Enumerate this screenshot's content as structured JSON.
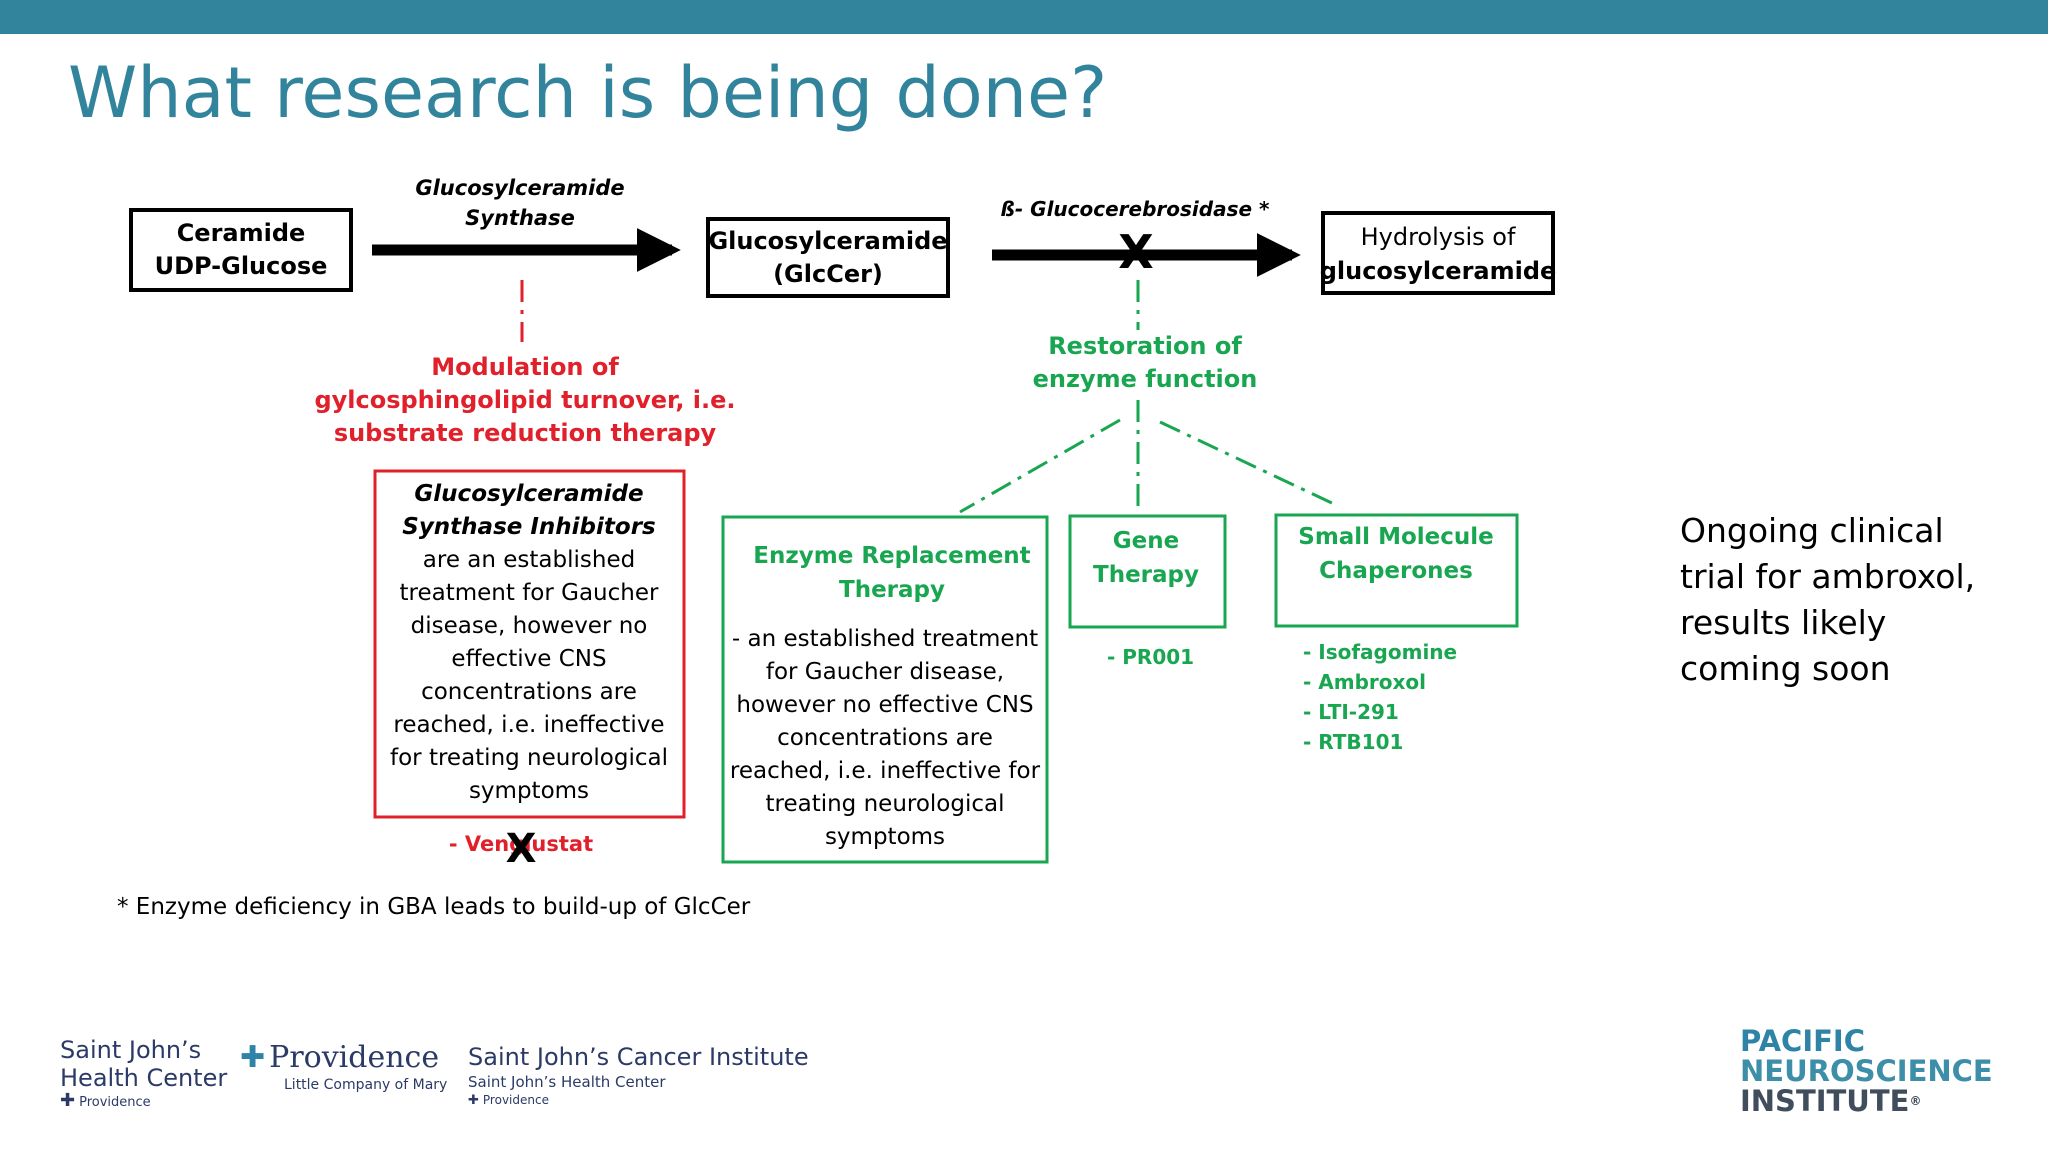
{
  "slide": {
    "title": "What research is being done?",
    "side_note": [
      "Ongoing clinical",
      "trial for ambroxol,",
      "results likely",
      "coming soon"
    ]
  },
  "diagram": {
    "boxes": {
      "ceramide": [
        "Ceramide",
        "UDP-Glucose"
      ],
      "glccer": [
        "Glucosylceramide",
        "(GlcCer)"
      ],
      "hydrolysis": [
        "Hydrolysis of",
        "glucosylceramide"
      ]
    },
    "arrows": {
      "synthase_label": [
        "Glucosylceramide",
        "Synthase"
      ],
      "enzyme_label": "ß- Glucocerebrosidase *",
      "block_mark": "X"
    },
    "modulation_label": [
      "Modulation of",
      "gylcosphingolipid turnover, i.e.",
      "substrate reduction therapy"
    ],
    "restoration_label": [
      "Restoration of",
      "enzyme function"
    ],
    "gsi_box": {
      "title": [
        "Glucosylceramide",
        "Synthase Inhibitors"
      ],
      "body": [
        "are an established",
        "treatment for Gaucher",
        "disease, however no",
        "effective CNS",
        "concentrations are",
        "reached, i.e. ineffective",
        "for treating neurological",
        "symptoms"
      ],
      "drug": "- Venglustat",
      "drug_mark": "X"
    },
    "ert_box": {
      "title": [
        "Enzyme Replacement",
        "Therapy"
      ],
      "body": [
        "- an established treatment",
        "for Gaucher disease,",
        "however no effective CNS",
        "concentrations are",
        "reached, i.e. ineffective for",
        "treating neurological",
        "symptoms"
      ]
    },
    "gene_box": {
      "title": [
        "Gene",
        "Therapy"
      ],
      "items": [
        "- PR001"
      ]
    },
    "chaperone_box": {
      "title": [
        "Small Molecule",
        "Chaperones"
      ],
      "items": [
        "- Isofagomine",
        "- Ambroxol",
        "- LTI-291",
        "- RTB101"
      ]
    },
    "footnote": "* Enzyme deficiency in GBA leads to build-up of GlcCer"
  },
  "logos": {
    "sjhc": [
      "Saint John’s",
      "Health Center",
      "Providence"
    ],
    "providence": [
      "Providence",
      "Little Company of Mary"
    ],
    "sjci": [
      "Saint John’s Cancer Institute",
      "Saint John’s Health Center",
      "Providence"
    ],
    "pni": [
      "PACIFIC",
      "NEUROSCIENCE",
      "INSTITUTE",
      "®"
    ]
  },
  "colors": {
    "accent": "#31849b",
    "red": "#e0202a",
    "green": "#19a651",
    "black": "#000000"
  }
}
